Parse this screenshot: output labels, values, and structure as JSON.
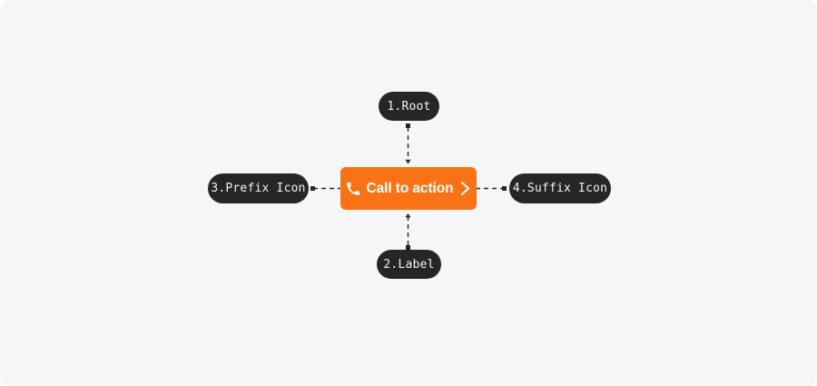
{
  "canvas": {
    "background_color": "#f5f6f8",
    "page_background_color": "#ffffff"
  },
  "nodes": [
    {
      "id": "root",
      "label": "1.Root",
      "color": "#262626",
      "text_color": "#f3f3f3"
    },
    {
      "id": "label",
      "label": "2.Label",
      "color": "#262626",
      "text_color": "#f3f3f3"
    },
    {
      "id": "prefix",
      "label": "3.Prefix Icon",
      "color": "#262626",
      "text_color": "#f3f3f3"
    },
    {
      "id": "suffix",
      "label": "4.Suffix Icon",
      "color": "#262626",
      "text_color": "#f3f3f3"
    }
  ],
  "cta": {
    "label": "Call to action",
    "prefix_icon": "phone-icon",
    "suffix_icon": "chevron-right-icon",
    "background_color": "#f97316",
    "text_color": "#ffffff"
  },
  "edges": [
    {
      "id": "root-to-cta",
      "from": "root",
      "to": "cta",
      "style": "dashed",
      "color": "#262626",
      "direction": "down"
    },
    {
      "id": "label-to-cta",
      "from": "label",
      "to": "cta",
      "style": "dashed",
      "color": "#262626",
      "direction": "up"
    },
    {
      "id": "prefix-to-cta",
      "from": "prefix",
      "to": "cta",
      "style": "dashed",
      "color": "#262626",
      "direction": "right"
    },
    {
      "id": "suffix-to-cta",
      "from": "suffix",
      "to": "cta",
      "style": "dashed",
      "color": "#262626",
      "direction": "left"
    }
  ]
}
